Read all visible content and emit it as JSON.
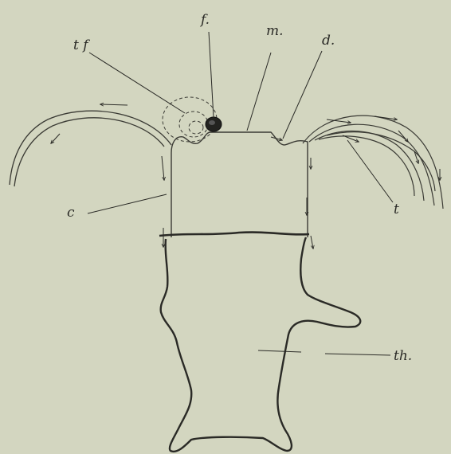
{
  "figure": {
    "background": "#d3d6c0",
    "ink": "#2a2a26",
    "labels": {
      "tf": "t f",
      "f": "f.",
      "m": "m.",
      "d": "d.",
      "c": "c",
      "t": "t",
      "th": "th."
    }
  }
}
